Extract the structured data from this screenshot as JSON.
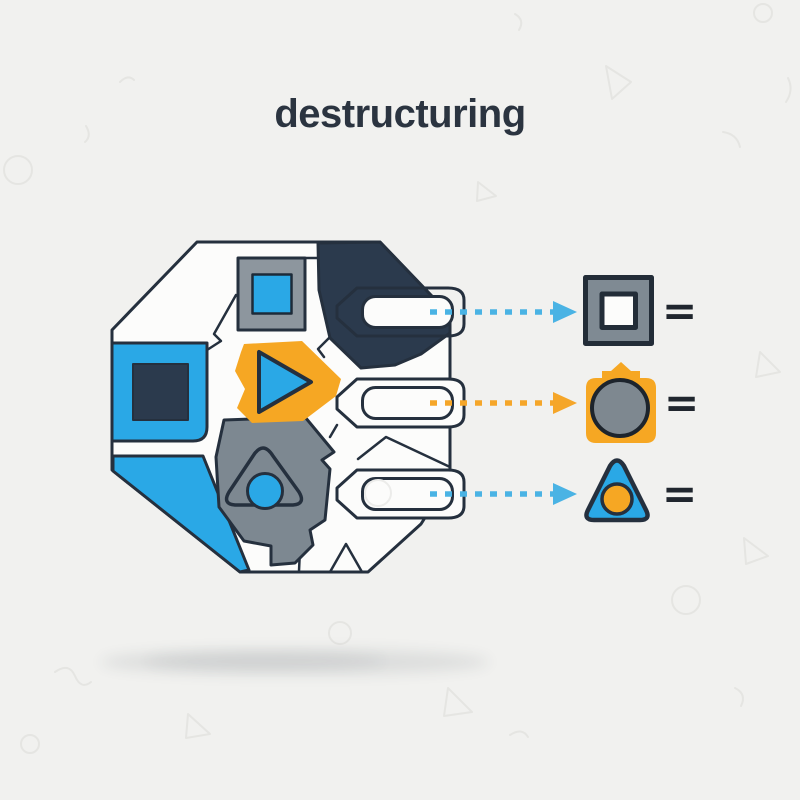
{
  "title": "destructuring",
  "colors": {
    "background": "#f1f1ef",
    "outline_navy": "#25303e",
    "fragment_navy": "#2b3a4d",
    "blue": "#2aa8e6",
    "orange": "#f6a723",
    "gray": "#8d969e",
    "gray_dark": "#7d8891",
    "white_body": "#fcfcfb",
    "title_color": "#2b3440",
    "arrow_blue": "#4ab3e4",
    "arrow_orange": "#f5a629",
    "equals_color": "#20262e"
  },
  "illustration": {
    "name": "destructured-octagon",
    "pieces": [
      "white-octagon-body",
      "navy-fragment-top-right",
      "gray-square-with-blue-square",
      "blue-rect-with-navy-square",
      "orange-blob-with-play-triangle",
      "gray-polygon-with-triangle-and-blue-circle",
      "blue-bottom-left-fragment"
    ],
    "slots": [
      "slot-top",
      "slot-middle",
      "slot-bottom"
    ]
  },
  "mappings": [
    {
      "slot": "slot-top",
      "arrow_color": "#4ab3e4",
      "result_icon": "square-icon",
      "icon_glyph": "▣",
      "equals_sign": "="
    },
    {
      "slot": "slot-middle",
      "arrow_color": "#f5a629",
      "result_icon": "camera-circle-icon",
      "icon_glyph": "◉",
      "equals_sign": "="
    },
    {
      "slot": "slot-bottom",
      "arrow_color": "#4ab3e4",
      "result_icon": "triangle-icon",
      "icon_glyph": "▲",
      "equals_sign": "="
    }
  ]
}
